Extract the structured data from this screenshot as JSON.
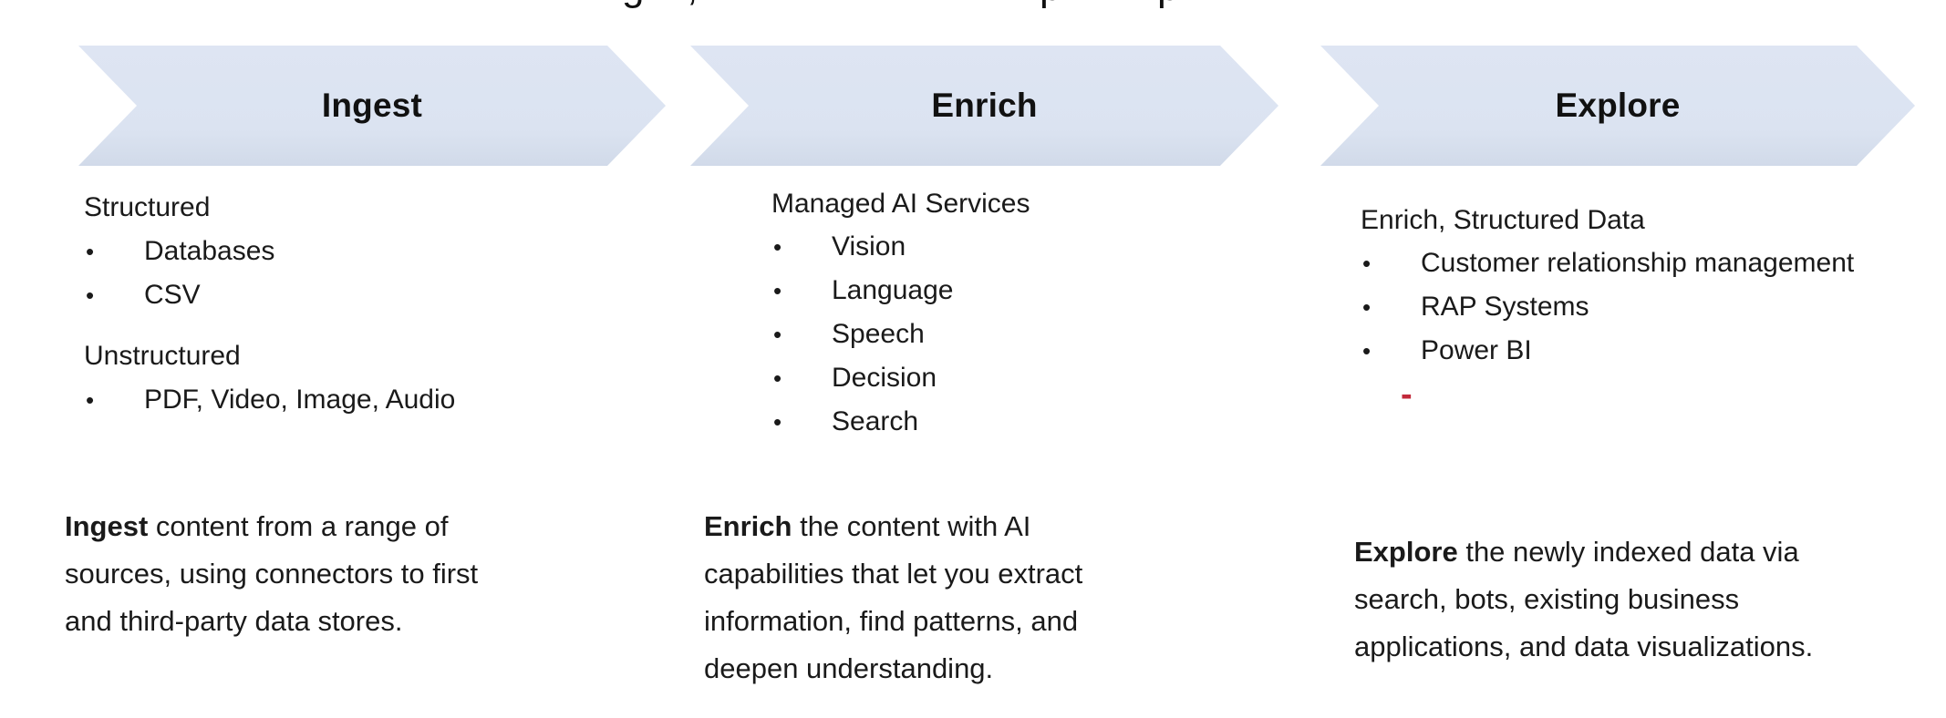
{
  "page": {
    "background": "#ffffff",
    "cropped_title_fragments": [
      "g",
      ",",
      "p",
      "p"
    ]
  },
  "chevron_style": {
    "fill": "#dbe3f1",
    "label_color": "#111111"
  },
  "accent": {
    "red_dash_color": "#c2293a"
  },
  "columns": [
    {
      "chevron_label": "Ingest",
      "groups": [
        {
          "heading": "Structured",
          "items": [
            "Databases",
            "CSV"
          ]
        },
        {
          "heading": "Unstructured",
          "items": [
            "PDF, Video, Image, Audio"
          ]
        }
      ],
      "description": {
        "lead": "Ingest",
        "body": " content from a range of\nsources, using connectors to first\nand third-party data stores."
      }
    },
    {
      "chevron_label": "Enrich",
      "groups": [
        {
          "heading": "Managed AI Services",
          "items": [
            "Vision",
            "Language",
            "Speech",
            "Decision",
            "Search"
          ]
        }
      ],
      "description": {
        "lead": "Enrich",
        "body": " the content with AI\ncapabilities that let you extract\ninformation, find patterns, and\ndeepen understanding."
      }
    },
    {
      "chevron_label": "Explore",
      "groups": [
        {
          "heading": "Enrich, Structured Data",
          "items": [
            "Customer relationship management",
            "RAP Systems",
            "Power BI"
          ]
        }
      ],
      "marker": "-",
      "description": {
        "lead": "Explore",
        "body": " the newly indexed data via\nsearch, bots, existing business\napplications, and data visualizations."
      }
    }
  ]
}
